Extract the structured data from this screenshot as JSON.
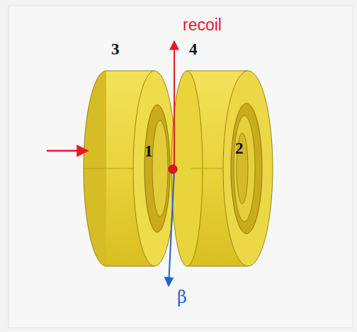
{
  "diagram": {
    "labels": [
      "recoil",
      "3",
      "4",
      "1",
      "2",
      "β"
    ]
  }
}
